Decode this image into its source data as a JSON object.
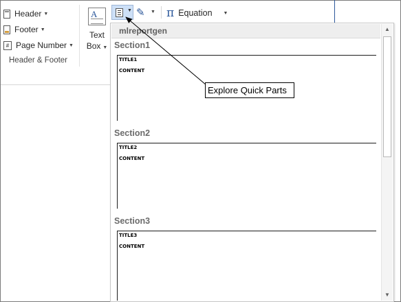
{
  "ribbon": {
    "header_label": "Header",
    "footer_label": "Footer",
    "page_number_label": "Page Number",
    "group_label": "Header & Footer",
    "textbox_label_line1": "Text",
    "textbox_label_line2": "Box"
  },
  "toolbar": {
    "quick_parts_icon": "quick-parts-icon",
    "signature_icon": "signature-line-icon",
    "equation_symbol": "π",
    "equation_label": "Equation"
  },
  "gallery": {
    "header": "mlreportgen",
    "sections": [
      {
        "name": "Section1",
        "title": "TITLE1",
        "content": "CONTENT"
      },
      {
        "name": "Section2",
        "title": "TITLE2",
        "content": "CONTENT"
      },
      {
        "name": "Section3",
        "title": "TITLE3",
        "content": "CONTENT"
      }
    ]
  },
  "callout": {
    "text": "Explore Quick Parts"
  },
  "colors": {
    "accent": "#2b579a",
    "selected_button_bg": "#cde0f7",
    "gallery_header_bg": "#eeeeee"
  }
}
